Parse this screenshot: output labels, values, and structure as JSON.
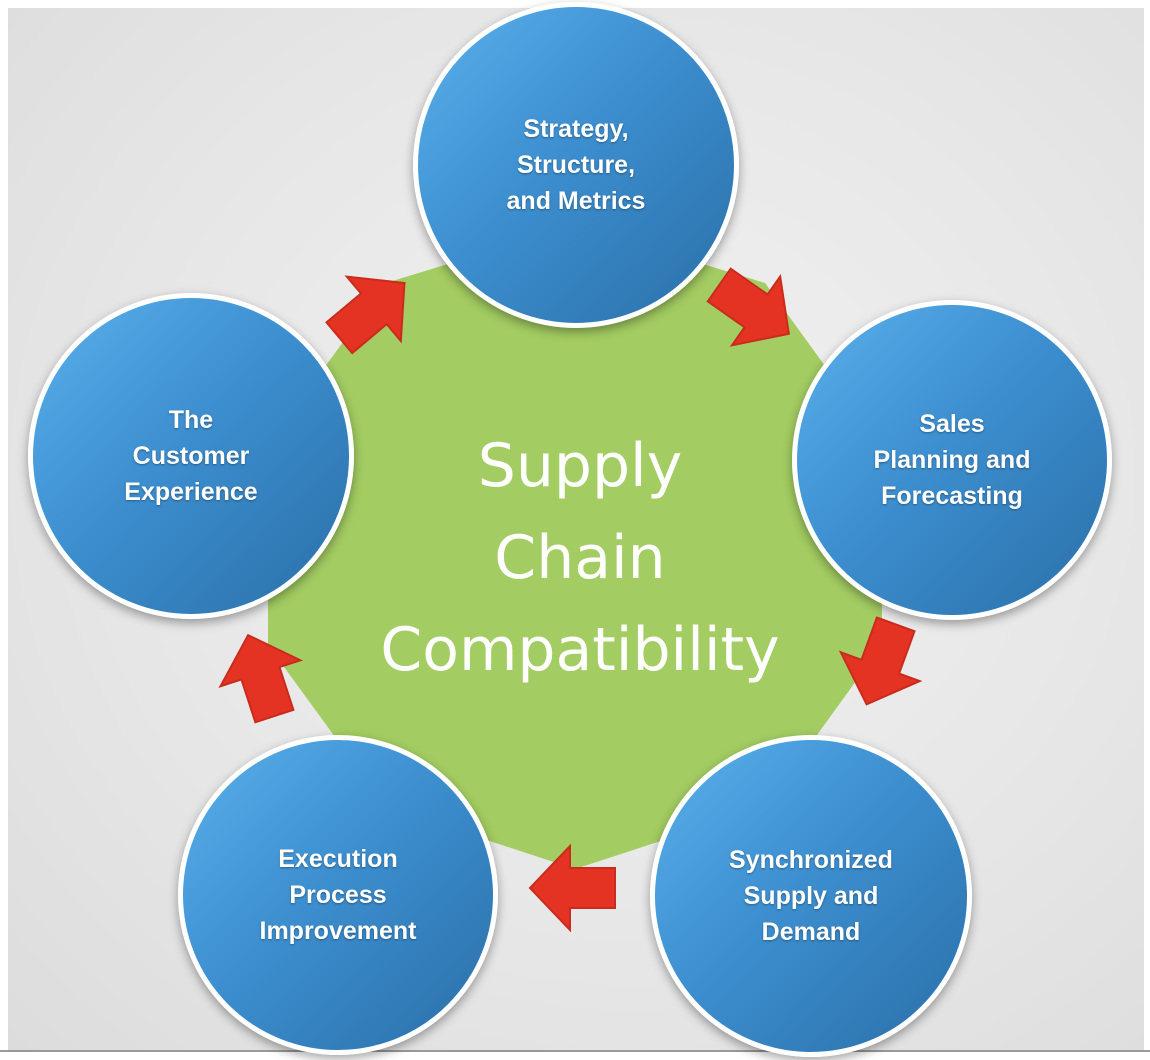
{
  "center": {
    "line1": "Supply",
    "line2": "Chain",
    "line3": "Compatibility"
  },
  "nodes": {
    "top": "Strategy,\nStructure,\nand Metrics",
    "right": "Sales\nPlanning and\nForecasting",
    "bottom_right": "Synchronized\nSupply and\nDemand",
    "bottom_left": "Execution\nProcess\nImprovement",
    "left": "The\nCustomer\nExperience"
  },
  "colors": {
    "hub": "#a3cc62",
    "node": "#3d8fd0",
    "arrow": "#e53323",
    "background": "#e6e6e6"
  }
}
